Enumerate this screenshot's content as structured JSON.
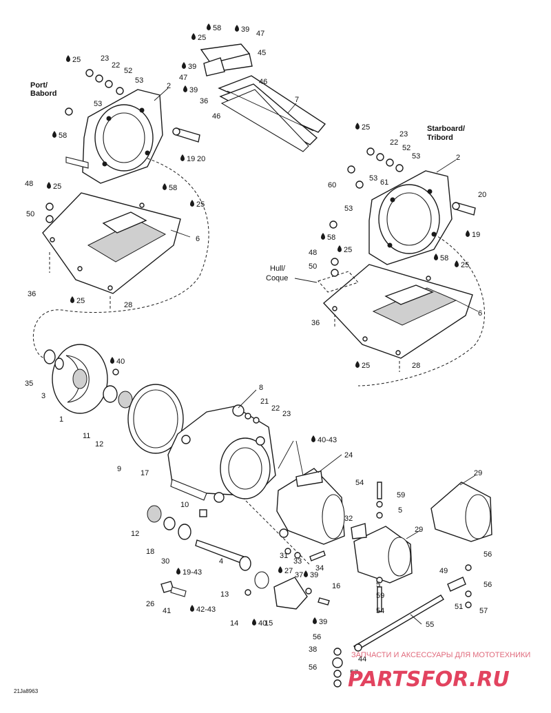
{
  "section_labels": {
    "port": [
      "Port/",
      "Babord"
    ],
    "starboard": [
      "Starboard/",
      "Tribord"
    ],
    "hull": [
      "Hull/",
      "Coque"
    ]
  },
  "drawing_code": "21Ja8963",
  "watermark": {
    "caption": "ЗАПЧАСТИ И АКСЕССУАРЫ ДЛЯ МОТОТЕХНИКИ",
    "logo": "PARTSFOR.RU"
  },
  "colors": {
    "line": "#1a1a1a",
    "watermark": "#e2435f"
  },
  "drop_icon": "liquid-drop-icon",
  "callouts": [
    {
      "text": "58",
      "drop": true
    },
    {
      "text": "39",
      "drop": true
    },
    {
      "text": "47"
    },
    {
      "text": "25",
      "drop": true
    },
    {
      "text": "45"
    },
    {
      "text": "39",
      "drop": true
    },
    {
      "text": "47"
    },
    {
      "text": "46"
    },
    {
      "text": "39",
      "drop": true
    },
    {
      "text": "36"
    },
    {
      "text": "46"
    },
    {
      "text": "7"
    },
    {
      "text": "25",
      "drop": true
    },
    {
      "text": "23"
    },
    {
      "text": "22"
    },
    {
      "text": "52"
    },
    {
      "text": "53"
    },
    {
      "text": "2"
    },
    {
      "text": "53"
    },
    {
      "text": "58",
      "drop": true
    },
    {
      "text": "19",
      "drop": true
    },
    {
      "text": "20"
    },
    {
      "text": "58",
      "drop": true
    },
    {
      "text": "48"
    },
    {
      "text": "25",
      "drop": true
    },
    {
      "text": "50"
    },
    {
      "text": "25",
      "drop": true
    },
    {
      "text": "6"
    },
    {
      "text": "36"
    },
    {
      "text": "25",
      "drop": true
    },
    {
      "text": "28"
    },
    {
      "text": "25",
      "drop": true
    },
    {
      "text": "23"
    },
    {
      "text": "22"
    },
    {
      "text": "52"
    },
    {
      "text": "53"
    },
    {
      "text": "2"
    },
    {
      "text": "60"
    },
    {
      "text": "53"
    },
    {
      "text": "61"
    },
    {
      "text": "20"
    },
    {
      "text": "53"
    },
    {
      "text": "58",
      "drop": true
    },
    {
      "text": "19",
      "drop": true
    },
    {
      "text": "48"
    },
    {
      "text": "25",
      "drop": true
    },
    {
      "text": "50"
    },
    {
      "text": "58",
      "drop": true
    },
    {
      "text": "25",
      "drop": true
    },
    {
      "text": "6"
    },
    {
      "text": "36"
    },
    {
      "text": "25",
      "drop": true
    },
    {
      "text": "28"
    },
    {
      "text": "35"
    },
    {
      "text": "3"
    },
    {
      "text": "1"
    },
    {
      "text": "40",
      "drop": true
    },
    {
      "text": "11"
    },
    {
      "text": "12"
    },
    {
      "text": "9"
    },
    {
      "text": "17"
    },
    {
      "text": "8"
    },
    {
      "text": "21"
    },
    {
      "text": "22"
    },
    {
      "text": "23"
    },
    {
      "text": "40-43",
      "drop": true
    },
    {
      "text": "24"
    },
    {
      "text": "10"
    },
    {
      "text": "12"
    },
    {
      "text": "18"
    },
    {
      "text": "30"
    },
    {
      "text": "19-43",
      "drop": true
    },
    {
      "text": "4"
    },
    {
      "text": "27",
      "drop": true
    },
    {
      "text": "13"
    },
    {
      "text": "31"
    },
    {
      "text": "33"
    },
    {
      "text": "37"
    },
    {
      "text": "39",
      "drop": true
    },
    {
      "text": "34"
    },
    {
      "text": "26"
    },
    {
      "text": "41"
    },
    {
      "text": "42-43",
      "drop": true
    },
    {
      "text": "14"
    },
    {
      "text": "40",
      "drop": true
    },
    {
      "text": "15"
    },
    {
      "text": "16"
    },
    {
      "text": "39",
      "drop": true
    },
    {
      "text": "54"
    },
    {
      "text": "59"
    },
    {
      "text": "5"
    },
    {
      "text": "32"
    },
    {
      "text": "29"
    },
    {
      "text": "29"
    },
    {
      "text": "56"
    },
    {
      "text": "49"
    },
    {
      "text": "56"
    },
    {
      "text": "5"
    },
    {
      "text": "59"
    },
    {
      "text": "51"
    },
    {
      "text": "57"
    },
    {
      "text": "54"
    },
    {
      "text": "55"
    },
    {
      "text": "56"
    },
    {
      "text": "38"
    },
    {
      "text": "44"
    },
    {
      "text": "56"
    },
    {
      "text": "57"
    }
  ]
}
